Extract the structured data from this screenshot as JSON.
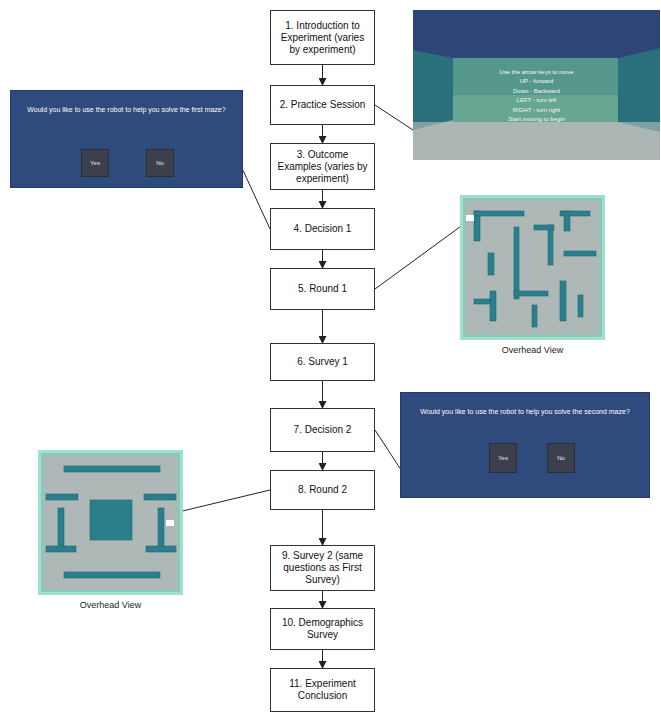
{
  "diagram": {
    "nodes": [
      {
        "text": [
          "1. Introduction to Experiment (varies by experiment)"
        ]
      },
      {
        "text": [
          "2. Practice Session"
        ]
      },
      {
        "text": [
          "3. Outcome Examples (varies by experiment)"
        ]
      },
      {
        "text": [
          "4. Decision 1"
        ]
      },
      {
        "text": [
          "5. Round 1"
        ]
      },
      {
        "text": [
          "6. Survey 1"
        ]
      },
      {
        "text": [
          "7. Decision 2"
        ]
      },
      {
        "text": [
          "8. Round 2"
        ]
      },
      {
        "text": [
          "9. Survey 2 (same questions as First Survey)"
        ]
      },
      {
        "text": [
          "10. Demographics Survey"
        ]
      },
      {
        "text": [
          "11. Experiment Conclusion"
        ]
      },
      {
        "text": [
          "Use the arrow keys to move",
          "UP - forward",
          "Down - Backward",
          "LEFT - turn left",
          "RIGHT - turn right",
          "Start moving to begin"
        ]
      },
      {
        "text": [
          "Would you like to use the robot to help you solve the first maze?"
        ]
      },
      {
        "text": [
          "Yes"
        ],
        "in": 12
      },
      {
        "text": [
          "No"
        ],
        "in": 12
      },
      {
        "text": [
          "Overhead View"
        ]
      },
      {
        "text": [
          "Would you like to use the robot to help you solve the second maze?"
        ]
      },
      {
        "text": [
          "Yes"
        ],
        "in": 16
      },
      {
        "text": [
          "No"
        ],
        "in": 16
      },
      {
        "text": [
          "Overhead View"
        ]
      }
    ],
    "edges": [
      {
        "from": 0,
        "to": 1,
        "arrow": "to"
      },
      {
        "from": 1,
        "to": 2,
        "arrow": "to"
      },
      {
        "from": 2,
        "to": 3,
        "arrow": "to"
      },
      {
        "from": 3,
        "to": 4,
        "arrow": "to"
      },
      {
        "from": 4,
        "to": 5,
        "arrow": "to"
      },
      {
        "from": 5,
        "to": 6,
        "arrow": "to"
      },
      {
        "from": 6,
        "to": 7,
        "arrow": "to"
      },
      {
        "from": 7,
        "to": 8,
        "arrow": "to"
      },
      {
        "from": 8,
        "to": 9,
        "arrow": "to"
      },
      {
        "from": 9,
        "to": 10,
        "arrow": "to"
      },
      {
        "from": 1,
        "to": 11,
        "arrow": "none"
      },
      {
        "from": 12,
        "to": 3,
        "arrow": "none"
      },
      {
        "from": 4,
        "to": 15,
        "arrow": "none"
      },
      {
        "from": 6,
        "to": 16,
        "arrow": "none"
      },
      {
        "from": 7,
        "to": 19,
        "arrow": "none"
      }
    ]
  }
}
